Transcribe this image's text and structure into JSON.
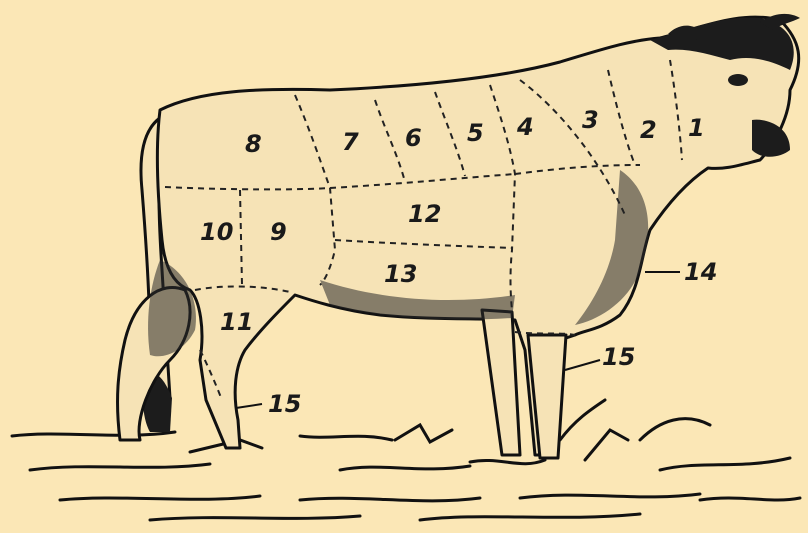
{
  "diagram": {
    "labels": [
      {
        "id": "1",
        "text": "1"
      },
      {
        "id": "2",
        "text": "2"
      },
      {
        "id": "3",
        "text": "3"
      },
      {
        "id": "4",
        "text": "4"
      },
      {
        "id": "5",
        "text": "5"
      },
      {
        "id": "6",
        "text": "6"
      },
      {
        "id": "7",
        "text": "7"
      },
      {
        "id": "8",
        "text": "8"
      },
      {
        "id": "9",
        "text": "9"
      },
      {
        "id": "10",
        "text": "10"
      },
      {
        "id": "11",
        "text": "11"
      },
      {
        "id": "12",
        "text": "12"
      },
      {
        "id": "13",
        "text": "13"
      },
      {
        "id": "14",
        "text": "14"
      },
      {
        "id": "15a",
        "text": "15"
      },
      {
        "id": "15b",
        "text": "15"
      }
    ],
    "colors": {
      "paper": "#fbe7b6",
      "ink": "#1c1c1c"
    }
  }
}
